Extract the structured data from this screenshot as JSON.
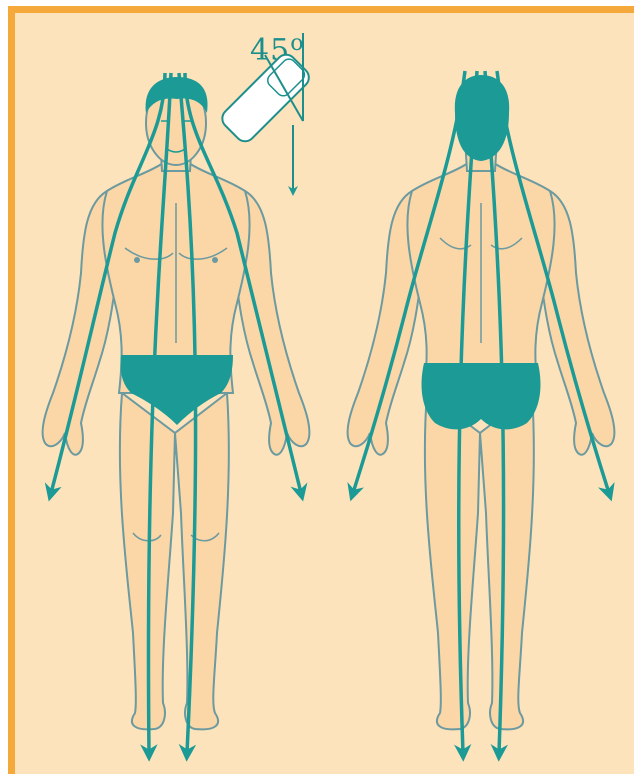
{
  "annotation": {
    "angle_value": "45",
    "angle_unit": "o"
  },
  "colors": {
    "background": "#fde3bb",
    "border": "#f5a93a",
    "skin": "#fbd6a6",
    "outline": "#6b9aa0",
    "teal": "#1c9a96",
    "showerhead": "#ffffff"
  },
  "figures": [
    {
      "view": "front"
    },
    {
      "view": "back"
    }
  ],
  "icons": [
    "showerhead-icon"
  ]
}
